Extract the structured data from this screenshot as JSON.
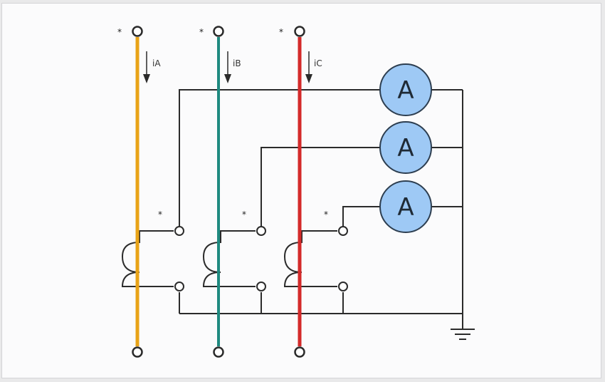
{
  "diagram": {
    "phases": [
      {
        "name": "A",
        "current_label": "iA",
        "color": "#e8a317"
      },
      {
        "name": "B",
        "current_label": "iB",
        "color": "#1f8a80"
      },
      {
        "name": "C",
        "current_label": "iC",
        "color": "#d42a2a"
      }
    ],
    "polarity_mark": "*",
    "meters": [
      {
        "label": "A"
      },
      {
        "label": "A"
      },
      {
        "label": "A"
      }
    ],
    "colors": {
      "wire": "#2b2b2b",
      "meter_fill": "#9ec9f5",
      "meter_stroke": "#2d3e50"
    }
  }
}
